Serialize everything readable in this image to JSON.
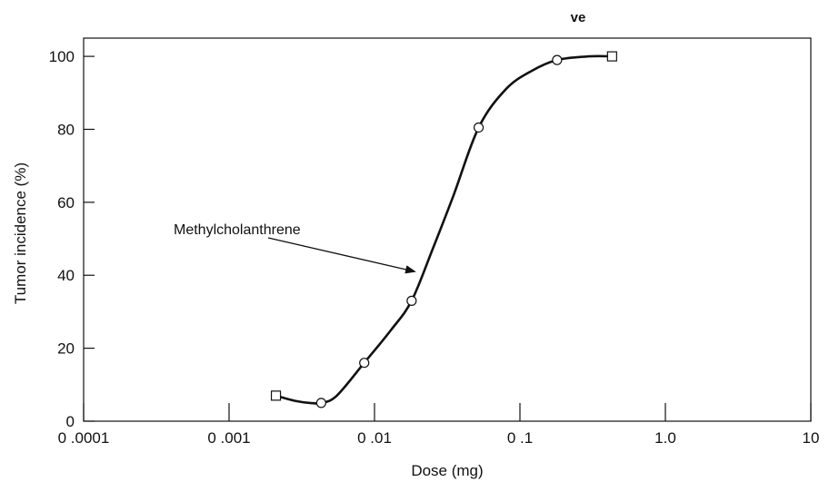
{
  "chart_data": {
    "type": "line",
    "top_text": "ve",
    "xlabel": "Dose (mg)",
    "ylabel": "Tumor incidence (%)",
    "xscale": "log",
    "xlim": [
      0.0001,
      10
    ],
    "ylim": [
      0,
      105
    ],
    "x_ticks": [
      {
        "value": 0.0001,
        "label": "0 .0001"
      },
      {
        "value": 0.001,
        "label": "0 .001"
      },
      {
        "value": 0.01,
        "label": "0 .01"
      },
      {
        "value": 0.1,
        "label": "0 .1"
      },
      {
        "value": 1,
        "label": "1.0"
      },
      {
        "value": 10,
        "label": "10"
      }
    ],
    "y_ticks": [
      {
        "value": 0,
        "label": "0"
      },
      {
        "value": 20,
        "label": "20"
      },
      {
        "value": 40,
        "label": "40"
      },
      {
        "value": 60,
        "label": "60"
      },
      {
        "value": 80,
        "label": "80"
      },
      {
        "value": 100,
        "label": "100"
      }
    ],
    "grid": false,
    "series": [
      {
        "name": "Methylcholanthrene",
        "color": "#111111",
        "curve_points": [
          {
            "x": 0.0021,
            "y": 7
          },
          {
            "x": 0.0029,
            "y": 5.5
          },
          {
            "x": 0.0036,
            "y": 5
          },
          {
            "x": 0.0043,
            "y": 5
          },
          {
            "x": 0.0055,
            "y": 7
          },
          {
            "x": 0.0085,
            "y": 16
          },
          {
            "x": 0.013,
            "y": 25
          },
          {
            "x": 0.018,
            "y": 33
          },
          {
            "x": 0.025,
            "y": 47
          },
          {
            "x": 0.035,
            "y": 62
          },
          {
            "x": 0.052,
            "y": 80.5
          },
          {
            "x": 0.08,
            "y": 91
          },
          {
            "x": 0.12,
            "y": 96
          },
          {
            "x": 0.18,
            "y": 99
          },
          {
            "x": 0.3,
            "y": 100
          },
          {
            "x": 0.43,
            "y": 100
          }
        ],
        "markers": [
          {
            "x": 0.0021,
            "y": 7,
            "shape": "square"
          },
          {
            "x": 0.0043,
            "y": 5,
            "shape": "circle"
          },
          {
            "x": 0.0085,
            "y": 16,
            "shape": "circle"
          },
          {
            "x": 0.018,
            "y": 33,
            "shape": "circle"
          },
          {
            "x": 0.052,
            "y": 80.5,
            "shape": "circle"
          },
          {
            "x": 0.18,
            "y": 99,
            "shape": "circle"
          },
          {
            "x": 0.43,
            "y": 100,
            "shape": "square"
          }
        ]
      }
    ],
    "annotations": [
      {
        "text": "Methylcholanthrene",
        "arrow_to": {
          "x": 0.019,
          "y": 41
        }
      }
    ]
  }
}
